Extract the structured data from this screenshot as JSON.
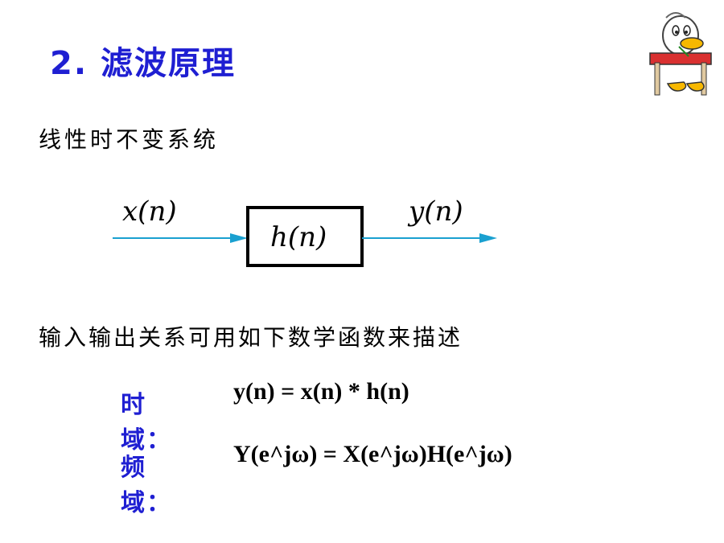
{
  "slide": {
    "title": "2. 滤波原理",
    "subtitle": "线性时不变系统",
    "description": "输入输出关系可用如下数学函数来描述"
  },
  "diagram": {
    "input_label": "x(n)",
    "system_label": "h(n)",
    "output_label": "y(n)"
  },
  "relations": [
    {
      "label": "时域：",
      "formula": "y(n) = x(n) * h(n)"
    },
    {
      "label": "频域：",
      "formula": "Y(e^jω) = X(e^jω)H(e^jω)"
    }
  ],
  "colors": {
    "title": "#1f1fd2",
    "label": "#1f1fd2",
    "arrow": "#1aa0d0",
    "text": "#000000"
  },
  "icons": {
    "mascot": "cartoon-duck-studying-icon"
  }
}
